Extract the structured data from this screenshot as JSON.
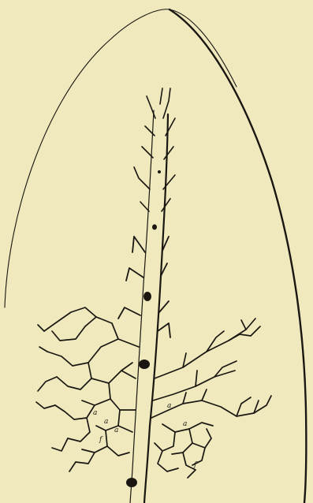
{
  "figure": {
    "description_free": true,
    "paper_color": "#efe9bd",
    "ink_color": "#1a1712",
    "labels": [
      "a",
      "a",
      "a",
      "a",
      "a",
      "f",
      "f"
    ]
  }
}
